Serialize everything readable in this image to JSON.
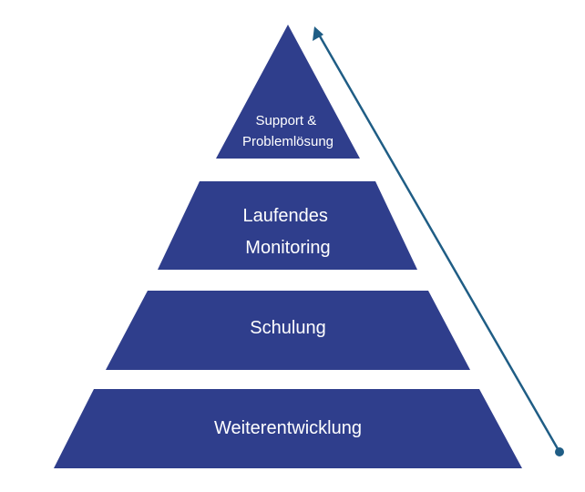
{
  "diagram": {
    "type": "pyramid",
    "colors": {
      "tier_fill": "#2f3e8c",
      "arrow": "#1f5d85",
      "label_text": "#ffffff",
      "background": "#ffffff"
    },
    "tiers": [
      {
        "id": "support",
        "lines": [
          "Support &",
          "Problemlösung"
        ]
      },
      {
        "id": "monitoring",
        "lines": [
          "Laufendes",
          "Monitoring"
        ]
      },
      {
        "id": "schulung",
        "lines": [
          "Schulung"
        ]
      },
      {
        "id": "weiterentwicklung",
        "lines": [
          "Weiterentwicklung"
        ]
      }
    ],
    "arrow": {
      "direction": "upward",
      "start_marker": "dot",
      "end_marker": "arrowhead"
    }
  }
}
